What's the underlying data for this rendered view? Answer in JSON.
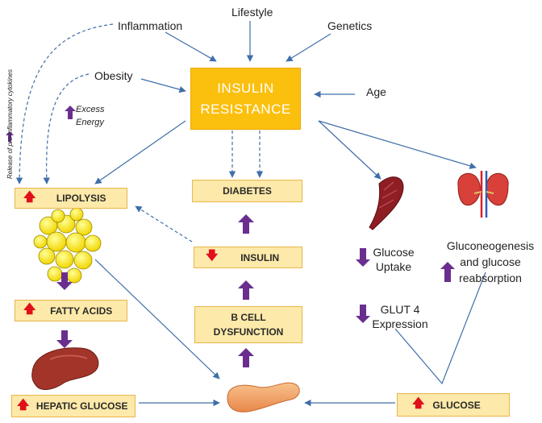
{
  "main": {
    "line1": "INSULIN",
    "line2": "RESISTANCE"
  },
  "factors": {
    "inflammation": "Inflammation",
    "lifestyle": "Lifestyle",
    "genetics": "Genetics",
    "obesity": "Obesity",
    "age": "Age"
  },
  "side_note": {
    "cytokines": "Release of pro-inflammatory cytokines",
    "excess_1": "Excess",
    "excess_2": "Energy"
  },
  "boxes": {
    "lipolysis": "LIPOLYSIS",
    "diabetes": "DIABETES",
    "insulin": "INSULIN",
    "bcell_1": "B CELL",
    "bcell_2": "DYSFUNCTION",
    "fatty_acids": "FATTY ACIDS",
    "hepatic_glucose": "HEPATIC GLUCOSE",
    "glucose": "GLUCOSE"
  },
  "muscle": {
    "uptake_1": "Glucose",
    "uptake_2": "Uptake",
    "glut_1": "GLUT 4",
    "glut_2": "Expression"
  },
  "kidney": {
    "line1": "Gluconeogenesis",
    "line2": "and glucose",
    "line3": "reabsorption"
  },
  "colors": {
    "box_fill": "#fde9a9",
    "box_border": "#e8b64c",
    "main_fill": "#fbbf0e",
    "arrow_purple": "#6a2f8e",
    "arrow_red": "#e0101a",
    "line_blue": "#3f6fa8"
  },
  "icons": [
    "fat-cells-icon",
    "liver-icon",
    "pancreas-icon",
    "muscle-icon",
    "kidney-icon"
  ]
}
